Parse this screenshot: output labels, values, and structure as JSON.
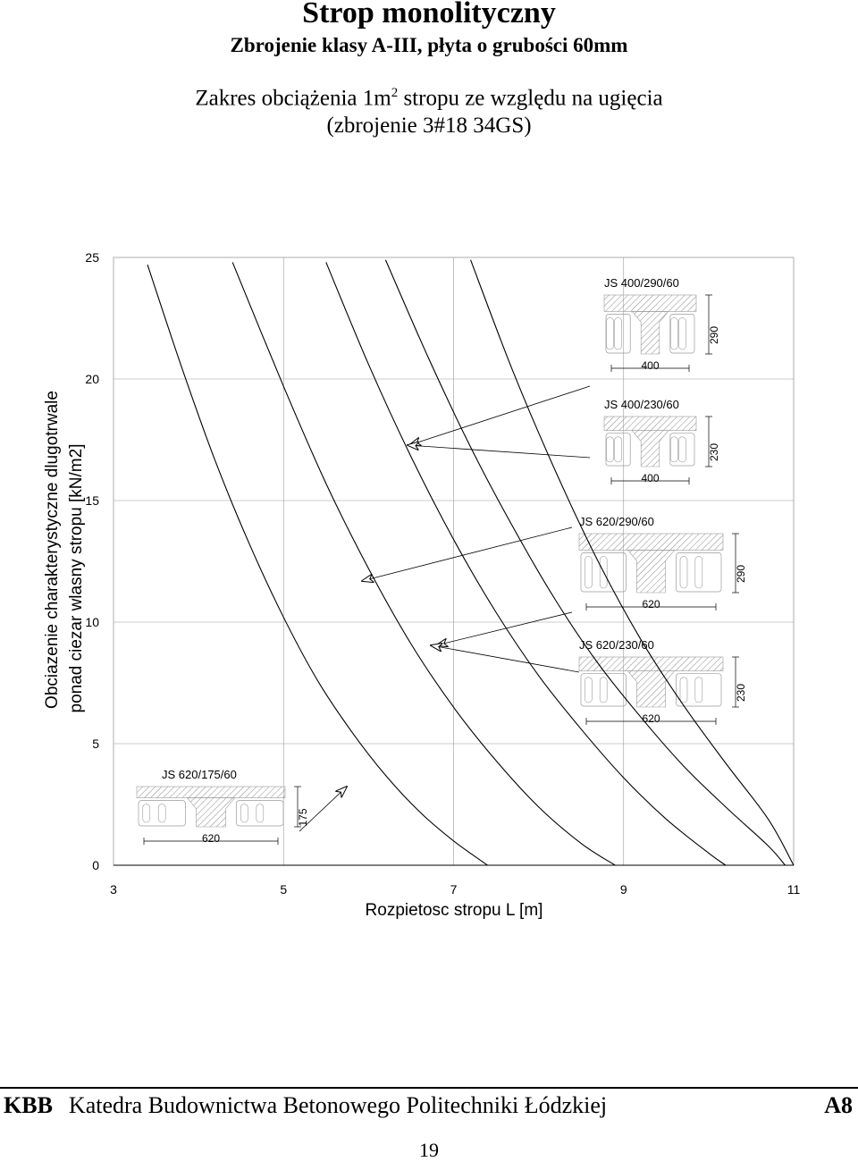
{
  "header": {
    "title": "Strop monolityczny",
    "subtitle": "Zbrojenie klasy A-III, płyta o grubości 60mm",
    "range_line1_a": "Zakres obciążenia 1m",
    "range_line1_sup": "2",
    "range_line1_b": " stropu ze względu na ugięcia",
    "range_line2": "(zbrojenie 3#18 34GS)"
  },
  "footer": {
    "abbr": "KBB",
    "institution": "Katedra Budownictwa Betonowego Politechniki Łódzkiej",
    "code": "A8",
    "page_number": "19"
  },
  "colors": {
    "ink": "#000000",
    "grid": "#9a9a9a",
    "hatch": "#8a8a8a"
  },
  "chart_data": {
    "type": "line",
    "xlabel": "Rozpietosc stropu L [m]",
    "ylabel_line1": "Obciazenie charakterystyczne dlugotrwale",
    "ylabel_line2": "ponad ciezar wlasny stropu [kN/m2]",
    "xlim": [
      3,
      11
    ],
    "ylim": [
      0,
      25
    ],
    "x_ticks": [
      3,
      5,
      7,
      9,
      11
    ],
    "y_ticks": [
      0,
      5,
      10,
      15,
      20,
      25
    ],
    "x_tick_labels": [
      "3",
      "5",
      "7",
      "9",
      "11"
    ],
    "y_tick_labels": [
      "0",
      "5",
      "10",
      "15",
      "20",
      "25"
    ],
    "grid": true,
    "series": [
      {
        "x": [
          3.4,
          3.8,
          4.2,
          4.6,
          5.0,
          5.4,
          5.8,
          6.2,
          6.6,
          7.0,
          7.4
        ],
        "y": [
          24.7,
          20.5,
          16.6,
          13.2,
          10.2,
          7.6,
          5.5,
          3.7,
          2.2,
          1.0,
          0.0
        ]
      },
      {
        "x": [
          4.4,
          5.0,
          5.5,
          6.0,
          6.5,
          7.0,
          7.5,
          8.0,
          8.5,
          8.9
        ],
        "y": [
          24.8,
          19.7,
          15.7,
          12.2,
          9.1,
          6.5,
          4.3,
          2.4,
          0.9,
          0.0
        ]
      },
      {
        "x": [
          5.5,
          6.0,
          6.5,
          7.0,
          7.5,
          8.0,
          8.5,
          9.0,
          9.5,
          10.0,
          10.2
        ],
        "y": [
          24.8,
          20.6,
          16.8,
          13.4,
          10.4,
          7.8,
          5.6,
          3.6,
          1.9,
          0.5,
          0.0
        ]
      },
      {
        "x": [
          6.2,
          6.7,
          7.2,
          7.7,
          8.2,
          8.7,
          9.2,
          9.7,
          10.2,
          10.7,
          10.9
        ],
        "y": [
          24.9,
          20.9,
          17.2,
          13.9,
          10.9,
          8.3,
          6.1,
          4.1,
          2.4,
          0.8,
          0.0
        ]
      },
      {
        "x": [
          7.2,
          7.7,
          8.2,
          8.7,
          9.2,
          9.7,
          10.2,
          10.7,
          11.0
        ],
        "y": [
          24.9,
          20.3,
          16.2,
          12.5,
          9.3,
          6.6,
          4.2,
          1.9,
          0.0
        ]
      }
    ],
    "sections": [
      {
        "label": "JS 400/290/60",
        "width": "400",
        "height": "290"
      },
      {
        "label": "JS 400/230/60",
        "width": "400",
        "height": "230"
      },
      {
        "label": "JS 620/290/60",
        "width": "620",
        "height": "290"
      },
      {
        "label": "JS 620/230/60",
        "width": "620",
        "height": "230"
      },
      {
        "label": "JS 620/175/60",
        "width": "620",
        "height": "175"
      }
    ]
  }
}
